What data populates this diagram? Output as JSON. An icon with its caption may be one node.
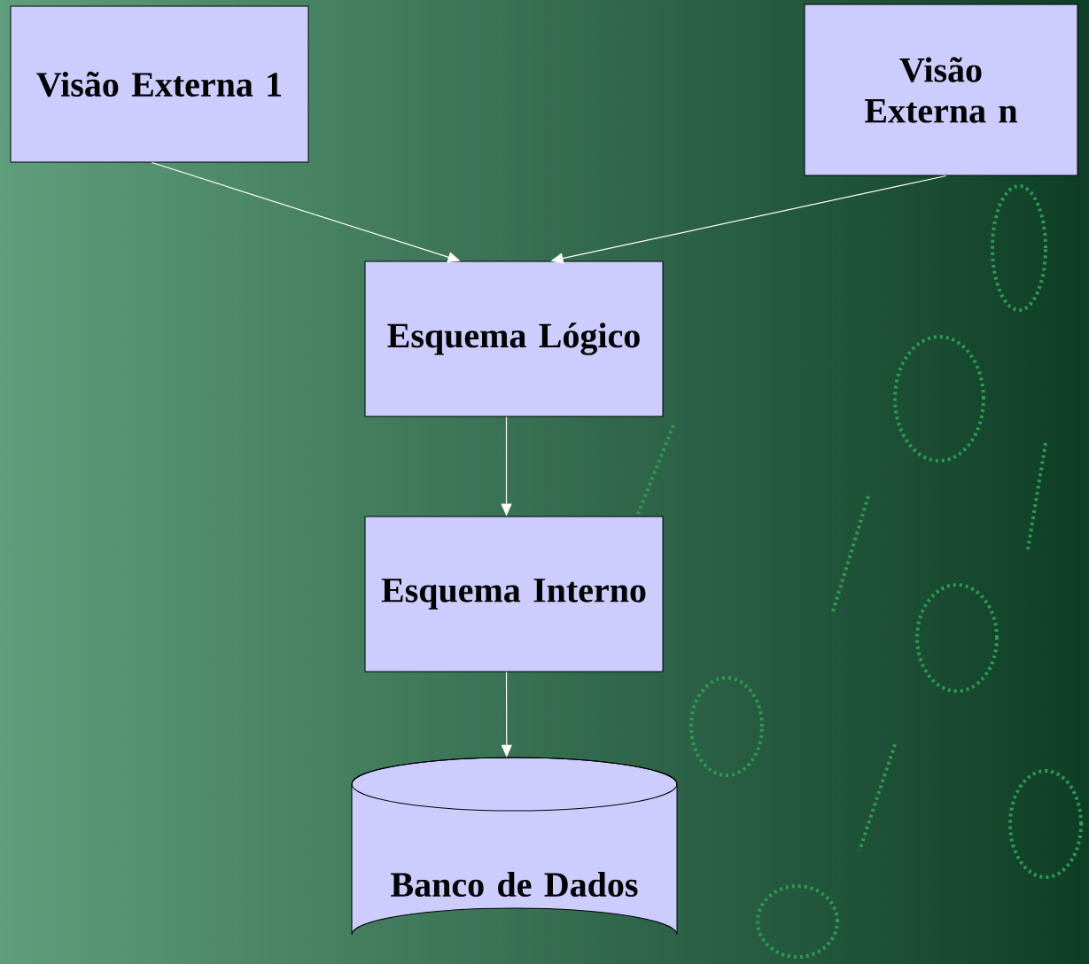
{
  "diagram": {
    "nodes": [
      {
        "text": [
          "Visão Externa 1"
        ]
      },
      {
        "text": [
          "Visão Externa n"
        ]
      },
      {
        "text": [
          "Esquema Lógico"
        ]
      },
      {
        "text": [
          "Esquema Interno"
        ]
      },
      {
        "text": [
          "Banco de Dados"
        ]
      }
    ],
    "edges": [
      {
        "from": 0,
        "to": 2,
        "arrow": "to"
      },
      {
        "from": 1,
        "to": 2,
        "arrow": "to"
      },
      {
        "from": 2,
        "to": 3,
        "arrow": "to"
      },
      {
        "from": 3,
        "to": 4,
        "arrow": "to"
      }
    ]
  }
}
